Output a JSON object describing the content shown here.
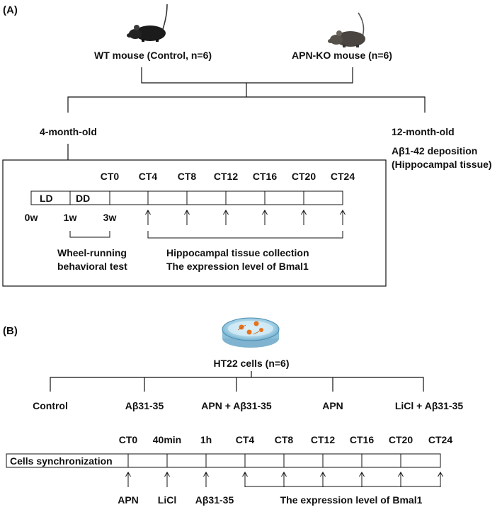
{
  "panel_a": {
    "label": "(A)",
    "wt_mouse": "WT mouse (Control, n=6)",
    "ko_mouse": "APN-KO mouse (n=6)",
    "age_young": "4-month-old",
    "age_old": "12-month-old",
    "deposition_line1": "Aβ1-42 deposition",
    "deposition_line2": "(Hippocampal tissue)",
    "ct_labels": [
      "CT0",
      "CT4",
      "CT8",
      "CT12",
      "CT16",
      "CT20",
      "CT24"
    ],
    "bar_ld": "LD",
    "bar_dd": "DD",
    "week_labels": [
      "0w",
      "1w",
      "3w"
    ],
    "wheel_line1": "Wheel-running",
    "wheel_line2": "behavioral test",
    "collection_line1": "Hippocampal tissue collection",
    "collection_line2": "The expression level of Bmal1"
  },
  "panel_b": {
    "label": "(B)",
    "cells_title": "HT22 cells (n=6)",
    "groups": [
      "Control",
      "Aβ31-35",
      "APN + Aβ31-35",
      "APN",
      "LiCl + Aβ31-35"
    ],
    "timeline_labels": [
      "CT0",
      "40min",
      "1h",
      "CT4",
      "CT8",
      "CT12",
      "CT16",
      "CT20",
      "CT24"
    ],
    "sync_label": "Cells synchronization",
    "treatments": [
      "APN",
      "LiCl",
      "Aβ31-35"
    ],
    "expression_label": "The expression level of Bmal1"
  }
}
